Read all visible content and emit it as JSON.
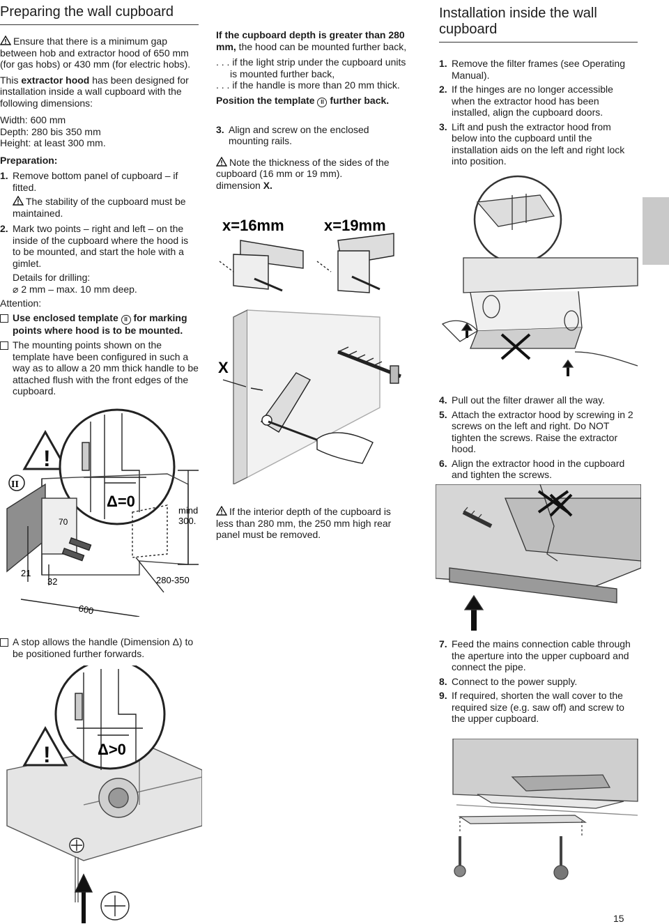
{
  "col1": {
    "title": "Preparing the wall cupboard",
    "warn_gap": "Ensure that there is a minimum gap between hob and extractor hood of 650 mm (for gas hobs) or 430 mm (for electric hobs).",
    "intro_a": "This ",
    "intro_b": "extractor hood",
    "intro_c": " has been designed for installation inside a wall cupboard with the following dimensions:",
    "dim_width": "Width: 600 mm",
    "dim_depth": "Depth: 280 bis 350 mm",
    "dim_height": "Height: at least 300 mm.",
    "prep_label": "Preparation:",
    "step1_num": "1.",
    "step1": "Remove bottom panel of cupboard – if fitted.",
    "stability": "The stability of the cupboard must be maintained.",
    "step2_num": "2.",
    "step2": "Mark two points – right and left – on the inside of the cupboard where the hood is to be mounted, and start the hole with a gimlet.",
    "drill_label": "Details for drilling:",
    "drill_detail": "⌀ 2 mm – max. 10 mm deep.",
    "attention": "Attention:",
    "bullet1_a": "Use enclosed template",
    "bullet1_sym": "II",
    "bullet1_b": "for marking points where hood is to be mounted.",
    "bullet2": "The mounting points shown on the template have been configured in such a way as to allow a 20 mm thick handle to be attached flush with the front edges of the cupboard.",
    "bullet3": "A stop allows the handle (Dimension Δ) to be positioned further forwards.",
    "fig1": {
      "roman": "II",
      "delta": "Δ=0",
      "mind": "mind",
      "mind_val": "300.",
      "d70": "70",
      "d21": "21",
      "d32": "32",
      "d280": "280-350",
      "d600": "600"
    },
    "fig2": {
      "delta": "Δ>0"
    }
  },
  "col2": {
    "deep_a": "If the cupboard depth is greater than 280 mm,",
    "deep_b": " the hood can be mounted further back,",
    "light_strip": ". . . if the light strip under the cupboard units is mounted further back,",
    "handle": ". . . if the handle is more than 20 mm thick.",
    "position_a": "Position the template",
    "position_sym": "II",
    "position_b": "further back.",
    "step3_num": "3.",
    "step3": "Align and screw on the enclosed mounting rails.",
    "note_a": "Note the thickness of the sides of the cupboard (16 mm or 19 mm).",
    "note_b": "dimension ",
    "note_x": "X.",
    "x16": "x=16mm",
    "x19": "x=19mm",
    "x_label": "X",
    "interior": "If the interior depth of the cupboard is less than 280 mm, the 250 mm high rear panel must be removed."
  },
  "col3": {
    "title": "Installation inside the wall cupboard",
    "steps_a": [
      {
        "num": "1.",
        "text": "Remove the filter frames (see Operating Manual)."
      },
      {
        "num": "2.",
        "text": "If the hinges are no longer accessible when the extractor hood has been installed, align the cupboard doors."
      },
      {
        "num": "3.",
        "text": "Lift and push the extractor hood from below into the cupboard until the installation aids on the left and right lock into position."
      }
    ],
    "steps_b": [
      {
        "num": "4.",
        "text": "Pull out the filter drawer all the way."
      },
      {
        "num": "5.",
        "text": "Attach the extractor hood by screwing in 2 screws on the left and right. Do NOT tighten the screws. Raise the extractor hood."
      },
      {
        "num": "6.",
        "text": "Align the extractor hood in the cupboard and tighten the screws."
      }
    ],
    "steps_c": [
      {
        "num": "7.",
        "text": "Feed the mains connection cable through the aperture into the upper cupboard and connect the pipe."
      },
      {
        "num": "8.",
        "text": "Connect to the power supply."
      },
      {
        "num": "9.",
        "text": "If required, shorten the wall cover to the required size (e.g. saw off) and screw to the upper cupboard."
      }
    ]
  },
  "page_number": "15"
}
